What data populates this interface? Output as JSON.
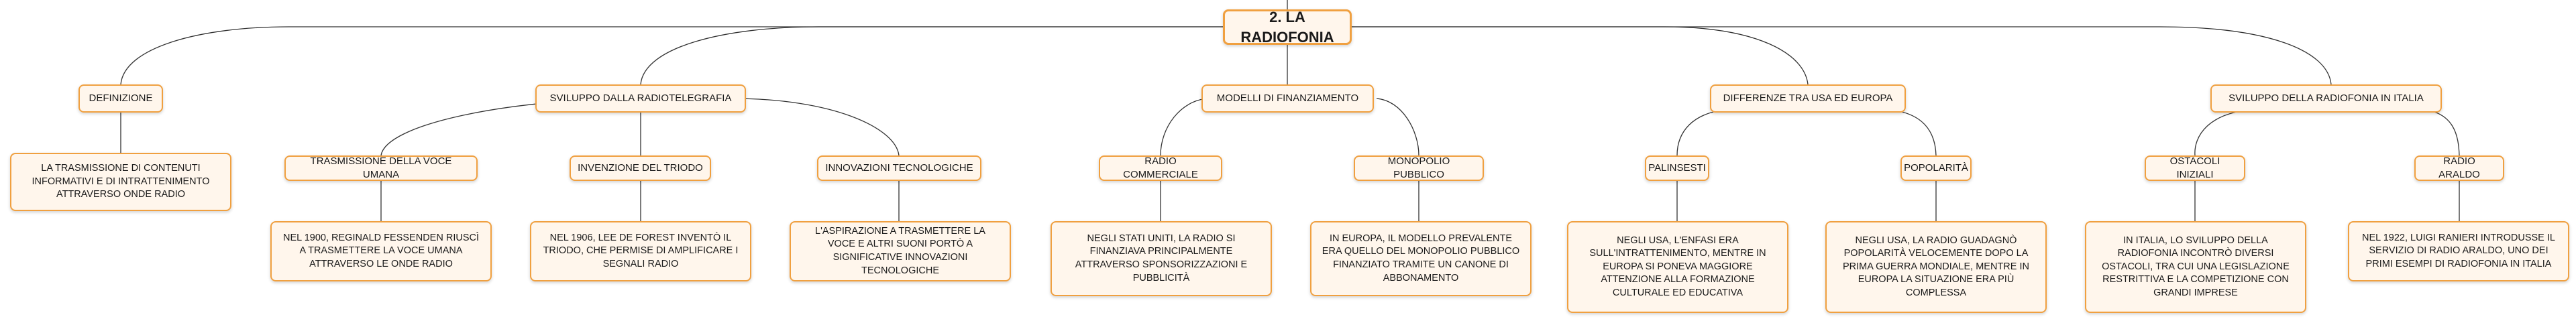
{
  "root": {
    "title": "2. LA RADIOFONIA"
  },
  "branches": [
    {
      "title": "DEFINIZIONE",
      "children": [
        {
          "text": "LA TRASMISSIONE DI CONTENUTI INFORMATIVI E DI INTRATTENIMENTO ATTRAVERSO ONDE RADIO"
        }
      ]
    },
    {
      "title": "SVILUPPO DALLA RADIOTELEGRAFIA",
      "children": [
        {
          "title": "TRASMISSIONE DELLA VOCE UMANA",
          "text": "NEL 1900, REGINALD FESSENDEN RIUSCÌ A TRASMETTERE LA VOCE UMANA ATTRAVERSO LE ONDE RADIO"
        },
        {
          "title": "INVENZIONE DEL TRIODO",
          "text": "NEL 1906, LEE DE FOREST INVENTÒ IL TRIODO, CHE PERMISE DI AMPLIFICARE I SEGNALI RADIO"
        },
        {
          "title": "INNOVAZIONI TECNOLOGICHE",
          "text": "L'ASPIRAZIONE A TRASMETTERE LA VOCE E ALTRI SUONI PORTÒ A SIGNIFICATIVE INNOVAZIONI TECNOLOGICHE"
        }
      ]
    },
    {
      "title": "MODELLI DI FINANZIAMENTO",
      "children": [
        {
          "title": "RADIO COMMERCIALE",
          "text": "NEGLI STATI UNITI, LA RADIO SI FINANZIAVA PRINCIPALMENTE ATTRAVERSO SPONSORIZZAZIONI E PUBBLICITÀ"
        },
        {
          "title": "MONOPOLIO PUBBLICO",
          "text": "IN EUROPA, IL MODELLO PREVALENTE ERA QUELLO DEL MONOPOLIO PUBBLICO FINANZIATO TRAMITE UN CANONE DI ABBONAMENTO"
        }
      ]
    },
    {
      "title": "DIFFERENZE TRA USA ED EUROPA",
      "children": [
        {
          "title": "PALINSESTI",
          "text": "NEGLI USA, L'ENFASI ERA SULL'INTRATTENIMENTO, MENTRE IN EUROPA SI PONEVA MAGGIORE ATTENZIONE ALLA FORMAZIONE CULTURALE ED EDUCATIVA"
        },
        {
          "title": "POPOLARITÀ",
          "text": "NEGLI USA, LA RADIO GUADAGNÒ POPOLARITÀ VELOCEMENTE DOPO LA PRIMA GUERRA MONDIALE, MENTRE IN EUROPA LA SITUAZIONE ERA PIÙ COMPLESSA"
        }
      ]
    },
    {
      "title": "SVILUPPO DELLA RADIOFONIA IN ITALIA",
      "children": [
        {
          "title": "OSTACOLI INIZIALI",
          "text": "IN ITALIA, LO SVILUPPO DELLA RADIOFONIA INCONTRÒ DIVERSI OSTACOLI, TRA CUI UNA LEGISLAZIONE RESTRITTIVA E LA COMPETIZIONE CON GRANDI IMPRESE"
        },
        {
          "title": "RADIO ARALDO",
          "text": "NEL 1922, LUIGI RANIERI INTRODUSSE IL SERVIZIO DI RADIO ARALDO, UNO DEI PRIMI ESEMPI DI RADIOFONIA IN ITALIA"
        }
      ]
    }
  ],
  "colors": {
    "border": "#f0a040",
    "fill": "#fff6ec",
    "line": "#333333"
  }
}
